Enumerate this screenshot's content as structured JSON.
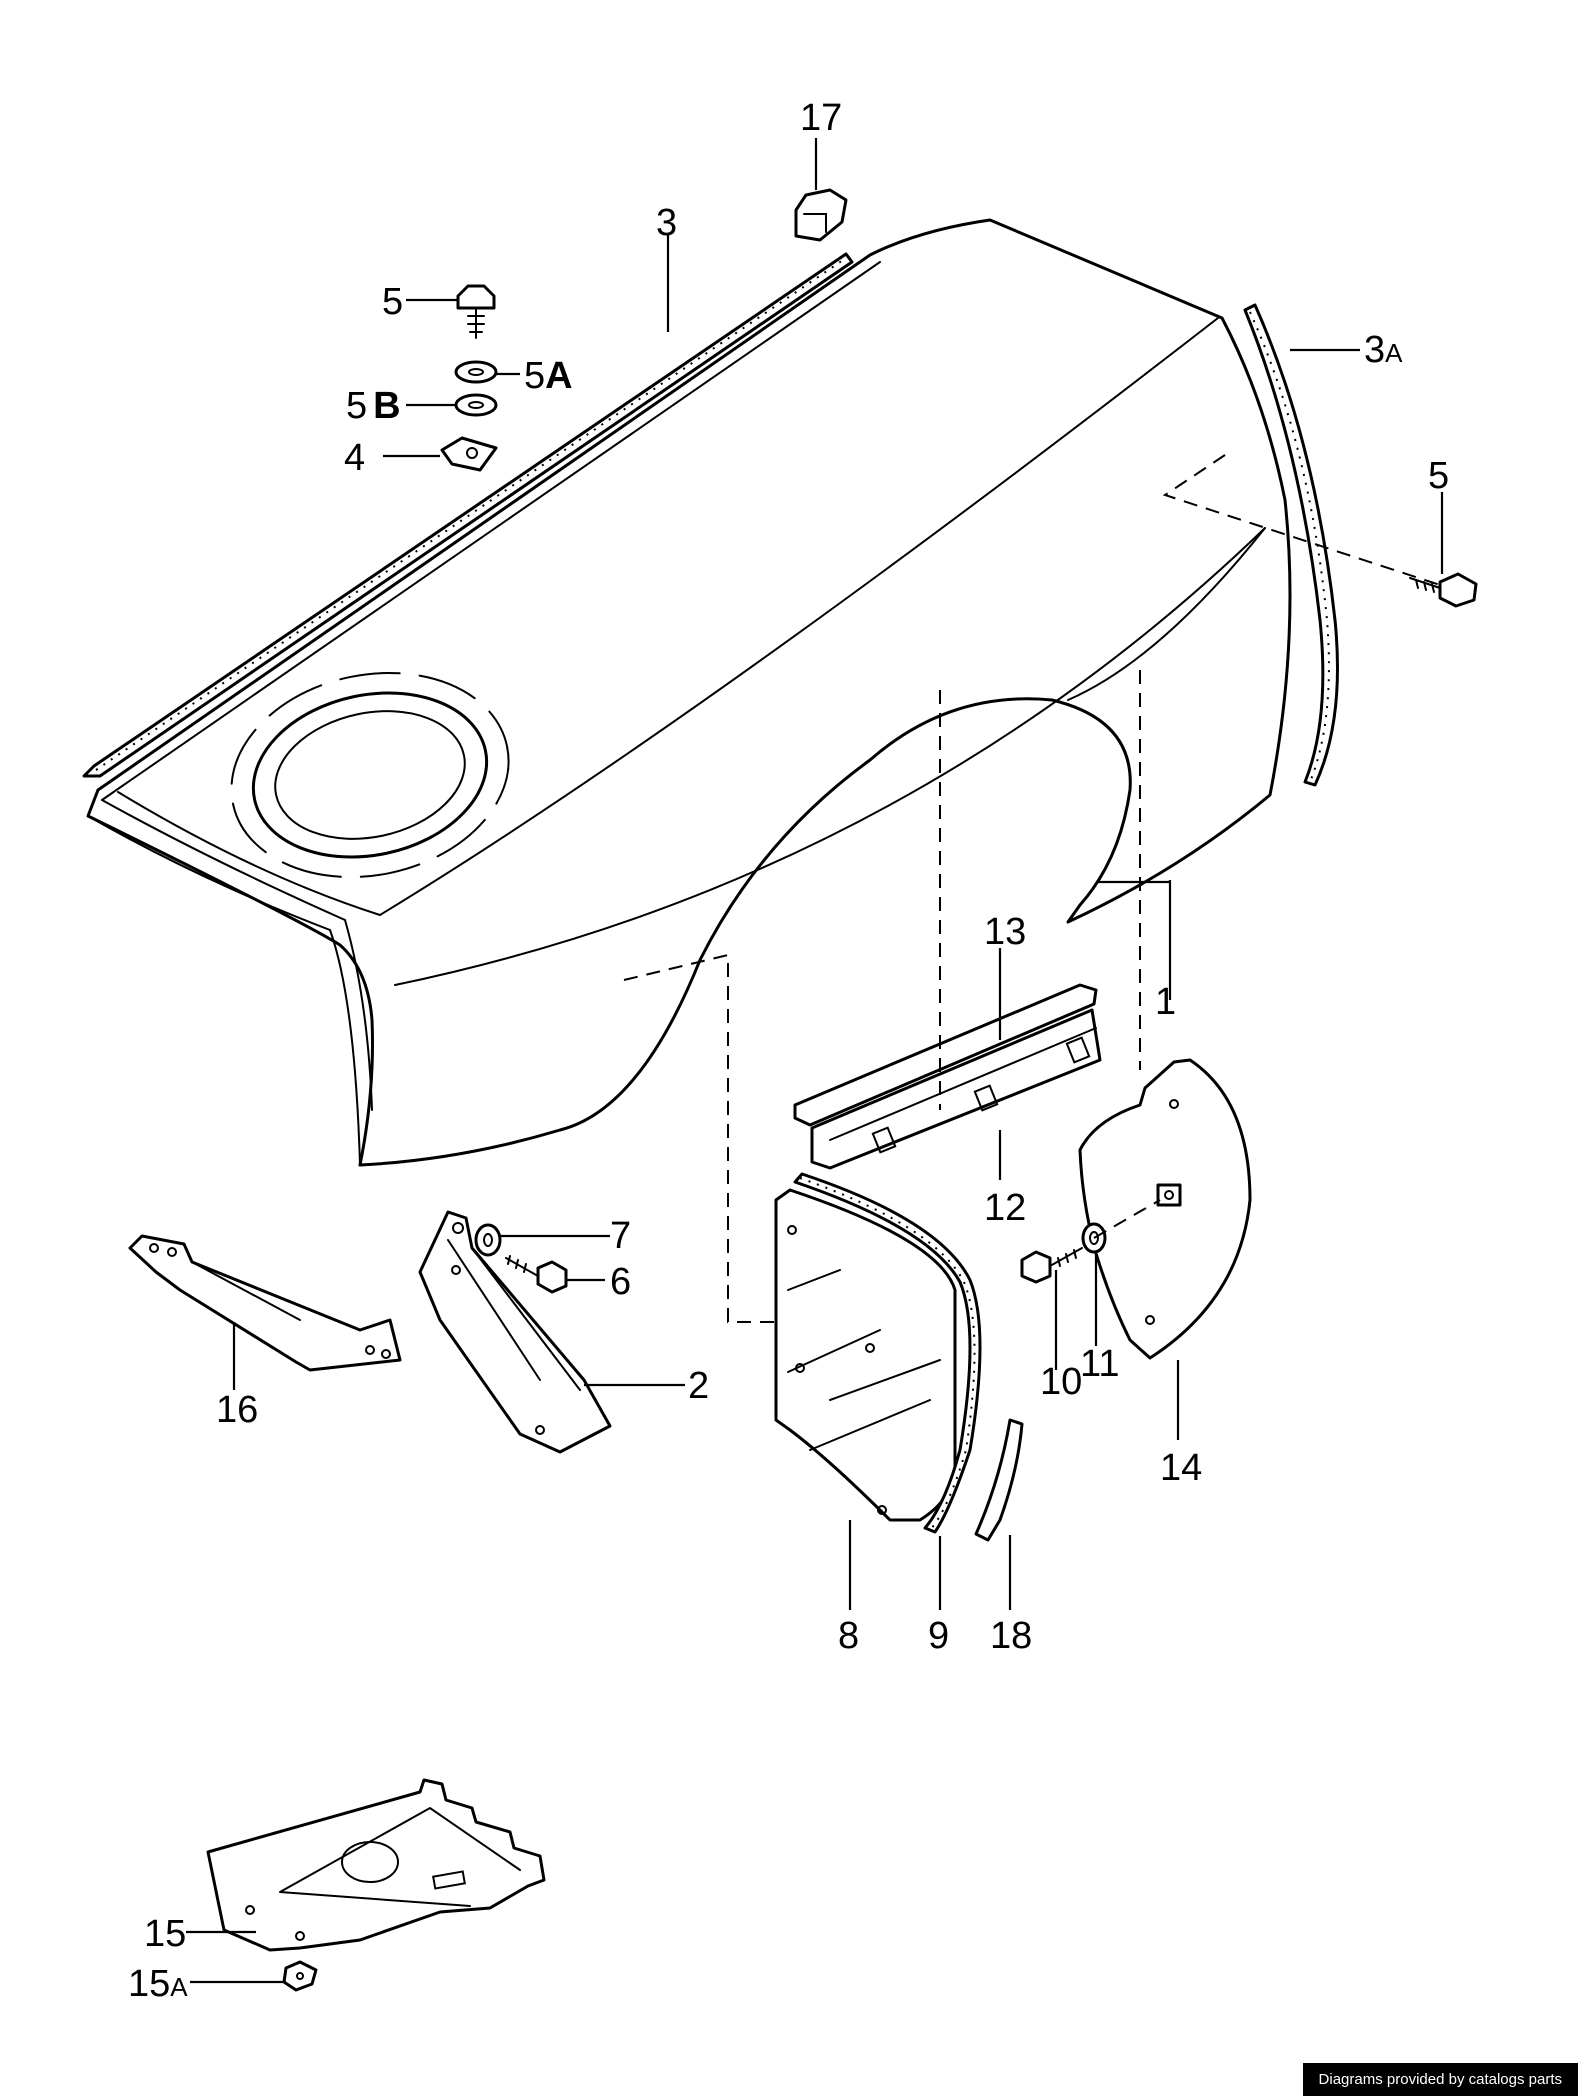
{
  "callouts": {
    "c1": "1",
    "c2": "2",
    "c3": "3",
    "c3a_num": "3",
    "c3a_suffix": "A",
    "c4": "4",
    "c5_top": "5",
    "c5a_num": "5",
    "c5a_suffix": "A",
    "c5b_num": "5",
    "c5b_suffix": "B",
    "c5_right": "5",
    "c6": "6",
    "c7": "7",
    "c8": "8",
    "c9": "9",
    "c10": "10",
    "c11": "11",
    "c12": "12",
    "c13": "13",
    "c14": "14",
    "c15": "15",
    "c15a_num": "15",
    "c15a_suffix": "A",
    "c16": "16",
    "c17": "17",
    "c18": "18"
  },
  "credit": "Diagrams provided by catalogs parts"
}
